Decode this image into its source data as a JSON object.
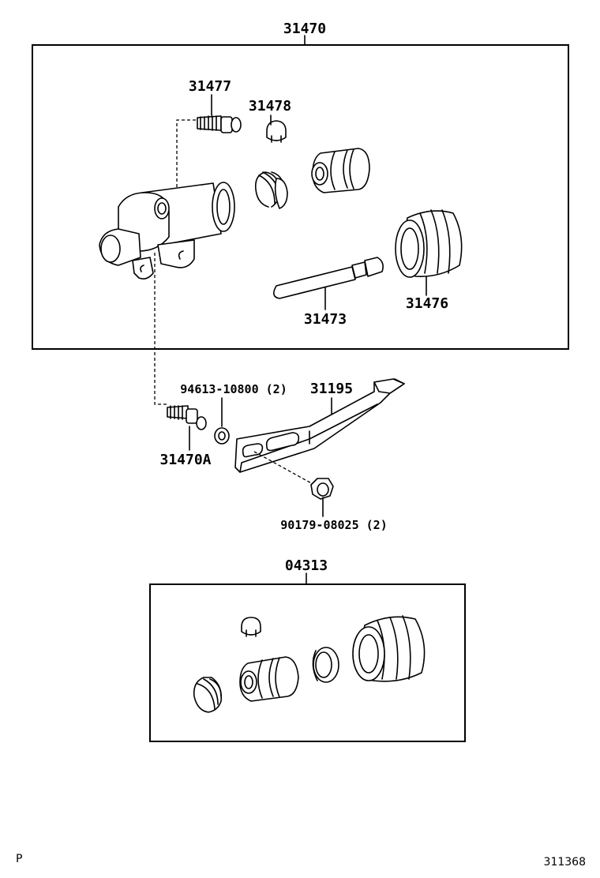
{
  "parts": {
    "assembly": "31470",
    "bleeder_plug": "31477",
    "bleeder_cap": "31478",
    "push_rod": "31473",
    "boot": "31476",
    "bleeder_plug_lower": "31470A",
    "washer": "94613-10800 (2)",
    "bracket": "31195",
    "nut": "90179-08025 (2)",
    "kit": "04313"
  },
  "footer": {
    "left": "P",
    "right": "311368"
  }
}
